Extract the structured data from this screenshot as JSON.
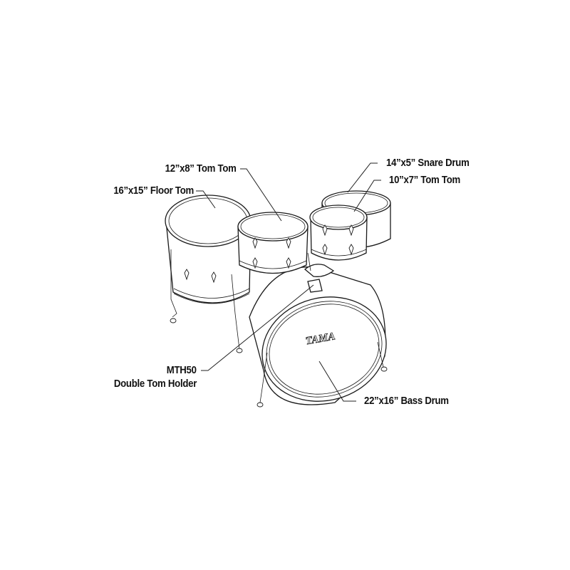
{
  "diagram": {
    "brand_logo": "TAMA",
    "labels": {
      "tom12": "12”x8” Tom Tom",
      "floor16": "16”x15” Floor Tom",
      "snare14": "14”x5” Snare Drum",
      "tom10": "10”x7” Tom Tom",
      "holder_line1": "MTH50",
      "holder_line2": "Double Tom Holder",
      "bass22": "22”x16” Bass Drum"
    },
    "colors": {
      "line": "#1a1a1a",
      "background": "#ffffff",
      "text": "#111111"
    }
  }
}
